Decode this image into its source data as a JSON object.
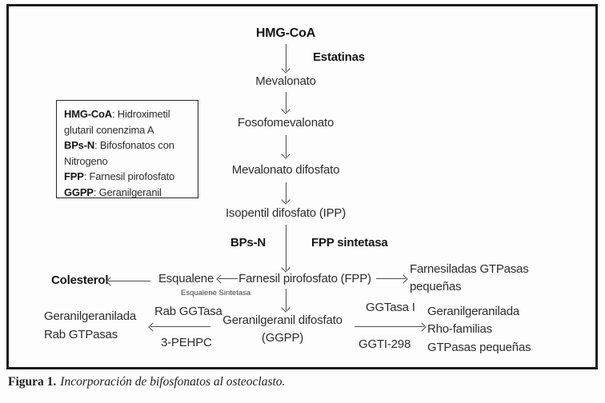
{
  "figure": {
    "caption": {
      "label": "Figura 1.",
      "text": "Incorporación de bifosfonatos al osteoclasto."
    }
  },
  "legend": {
    "lines": [
      {
        "term": "HMG-CoA",
        "rest": ": Hidroximetil"
      },
      {
        "term": "",
        "rest": "glutaril conenzima A"
      },
      {
        "term": "BPs-N",
        "rest": ": Bifosfonatos con"
      },
      {
        "term": "",
        "rest": "Nitrogeno"
      },
      {
        "term": "FPP",
        "rest": ": Farnesil pirofosfato"
      },
      {
        "term": "GGPP",
        "rest": ": Geranilgeranil"
      }
    ]
  },
  "pathway": {
    "nodes": {
      "hmg_coa": "HMG-CoA",
      "mevalonato": "Mevalonato",
      "fosofomevalonato": "Fosofomevalonato",
      "mevalonato_difosfato": "Mevalonato difosfato",
      "isopentil_ipp": "Isopentil difosfato (IPP)",
      "farnesil_fpp": "Farnesil pirofosfato (FPP)",
      "esqualene": "Esqualene",
      "colesterol": "Colesterol",
      "ggpp_line1": "Geranilgeranil difosfato",
      "ggpp_line2": "(GGPP)",
      "farnesiladas_line1": "Farnesiladas GTPasas",
      "farnesiladas_line2": "pequeñas",
      "rab_line1": "Geranilgeranilada",
      "rab_line2": "Rab GTPasas",
      "rho_line1": "Geranilgeranilada",
      "rho_line2": "Rho-familias",
      "rho_line3": "GTPasas pequeñas"
    },
    "labels": {
      "estatinas": "Estatinas",
      "bps_n": "BPs-N",
      "fpp_sintetasa": "FPP sintetasa",
      "esqualene_sintetasa": "Esqualene Sintetasa",
      "rab_ggtasa": "Rab GGTasa",
      "pehpc": "3-PEHPC",
      "ggtasa_i": "GGTasa I",
      "ggti_298": "GGTI-298"
    }
  },
  "colors": {
    "frame_border": "#1c1c1c",
    "text": "#2d2d2d",
    "arrow": "#4e4e4e",
    "background": "#fdfdfd"
  }
}
